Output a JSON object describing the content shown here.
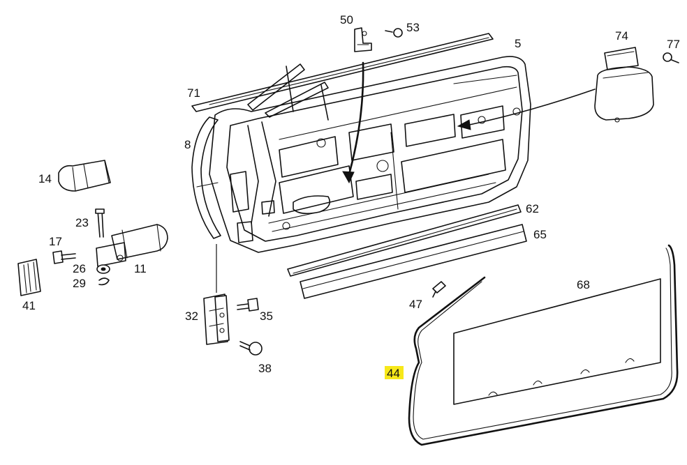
{
  "highlight_color": "#f7e81a",
  "line_color": "#111111",
  "callouts": {
    "p5": "5",
    "p8": "8",
    "p11": "11",
    "p14": "14",
    "p17": "17",
    "p23": "23",
    "p26": "26",
    "p29": "29",
    "p32": "32",
    "p35": "35",
    "p38": "38",
    "p41": "41",
    "p44": "44",
    "p47": "47",
    "p50": "50",
    "p53": "53",
    "p62": "62",
    "p65": "65",
    "p68": "68",
    "p71": "71",
    "p74": "74",
    "p77": "77"
  },
  "highlighted_callout": "44"
}
